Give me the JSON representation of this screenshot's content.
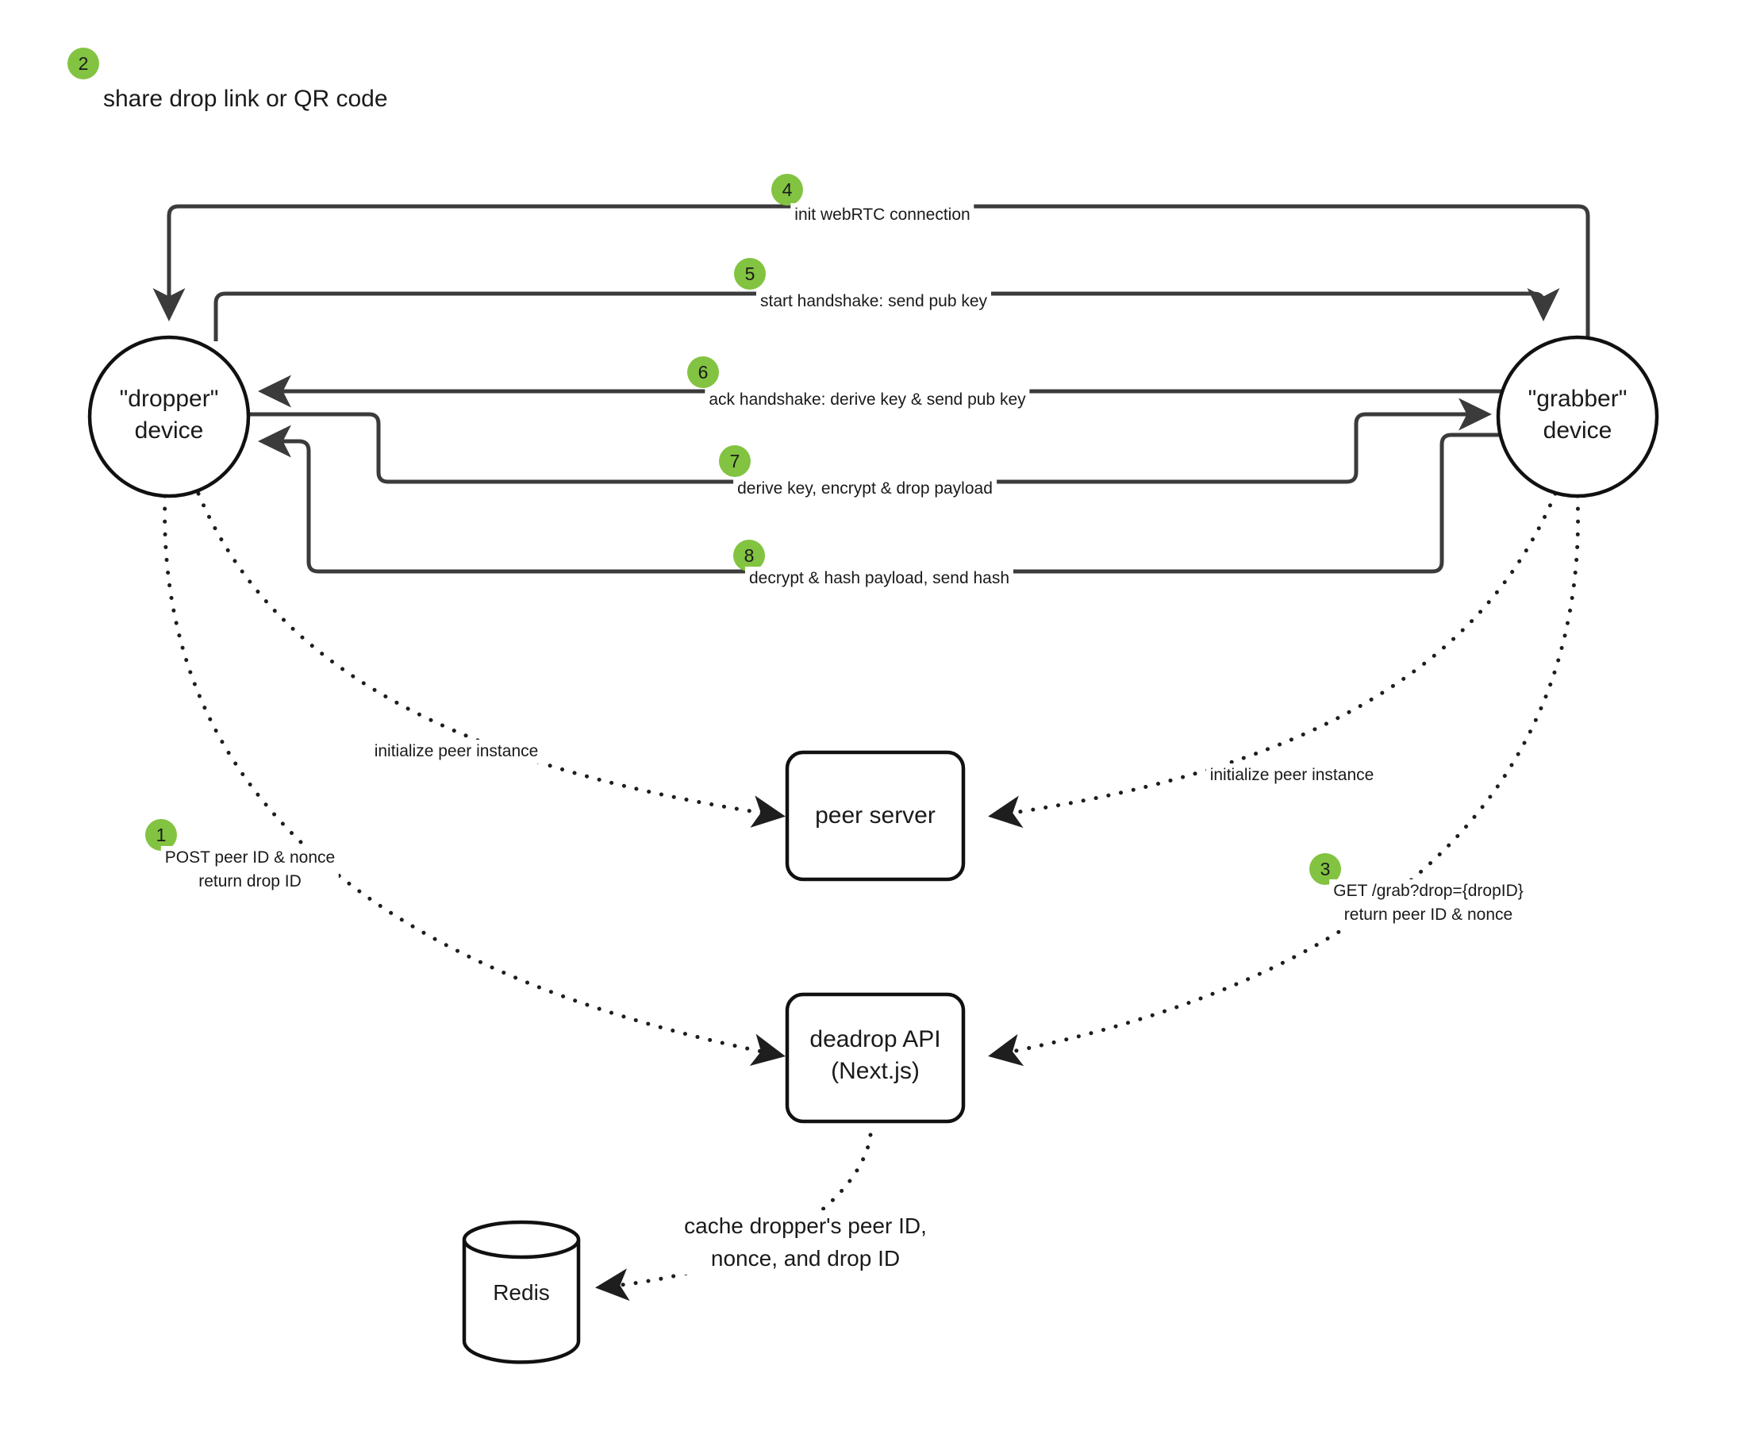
{
  "diagram": {
    "title_note": {
      "step": "2",
      "text": "share drop link or QR code"
    },
    "nodes": [
      {
        "id": "dropper",
        "label": "\"dropper\"\ndevice",
        "shape": "circle"
      },
      {
        "id": "grabber",
        "label": "\"grabber\"\ndevice",
        "shape": "circle"
      },
      {
        "id": "peer_server",
        "label": "peer server",
        "shape": "rounded-rect"
      },
      {
        "id": "deadrop_api",
        "label": "deadrop API\n(Next.js)",
        "shape": "rounded-rect"
      },
      {
        "id": "redis",
        "label": "Redis",
        "shape": "cylinder"
      }
    ],
    "edges": [
      {
        "id": "e4",
        "step": "4",
        "label": "init webRTC connection",
        "from": "grabber",
        "to": "dropper",
        "style": "solid"
      },
      {
        "id": "e5",
        "step": "5",
        "label": "start handshake: send pub key",
        "from": "dropper",
        "to": "grabber",
        "style": "solid"
      },
      {
        "id": "e6",
        "step": "6",
        "label": "ack handshake: derive key & send pub key",
        "from": "grabber",
        "to": "dropper",
        "style": "solid"
      },
      {
        "id": "e7",
        "step": "7",
        "label": "derive key, encrypt & drop payload",
        "from": "dropper",
        "to": "grabber",
        "style": "solid"
      },
      {
        "id": "e8",
        "step": "8",
        "label": "decrypt & hash payload, send hash",
        "from": "grabber",
        "to": "dropper",
        "style": "solid"
      },
      {
        "id": "e_init_left",
        "step": "",
        "label": "initialize peer instance",
        "from": "dropper",
        "to": "peer_server",
        "style": "dotted"
      },
      {
        "id": "e_init_right",
        "step": "",
        "label": "initialize peer instance",
        "from": "grabber",
        "to": "peer_server",
        "style": "dotted"
      },
      {
        "id": "e1",
        "step": "1",
        "label": "POST peer ID & nonce\nreturn drop ID",
        "from": "dropper",
        "to": "deadrop_api",
        "style": "dotted"
      },
      {
        "id": "e3",
        "step": "3",
        "label": "GET /grab?drop={dropID}\nreturn peer ID & nonce",
        "from": "grabber",
        "to": "deadrop_api",
        "style": "dotted"
      },
      {
        "id": "e_cache",
        "step": "",
        "label": "cache dropper's peer ID,\nnonce, and drop ID",
        "from": "deadrop_api",
        "to": "redis",
        "style": "dotted"
      }
    ],
    "colors": {
      "step_badge": "#82c341",
      "edge_stroke": "#3b3b3b",
      "node_stroke": "#111111",
      "text": "#1a1a1a",
      "background": "#ffffff"
    }
  }
}
